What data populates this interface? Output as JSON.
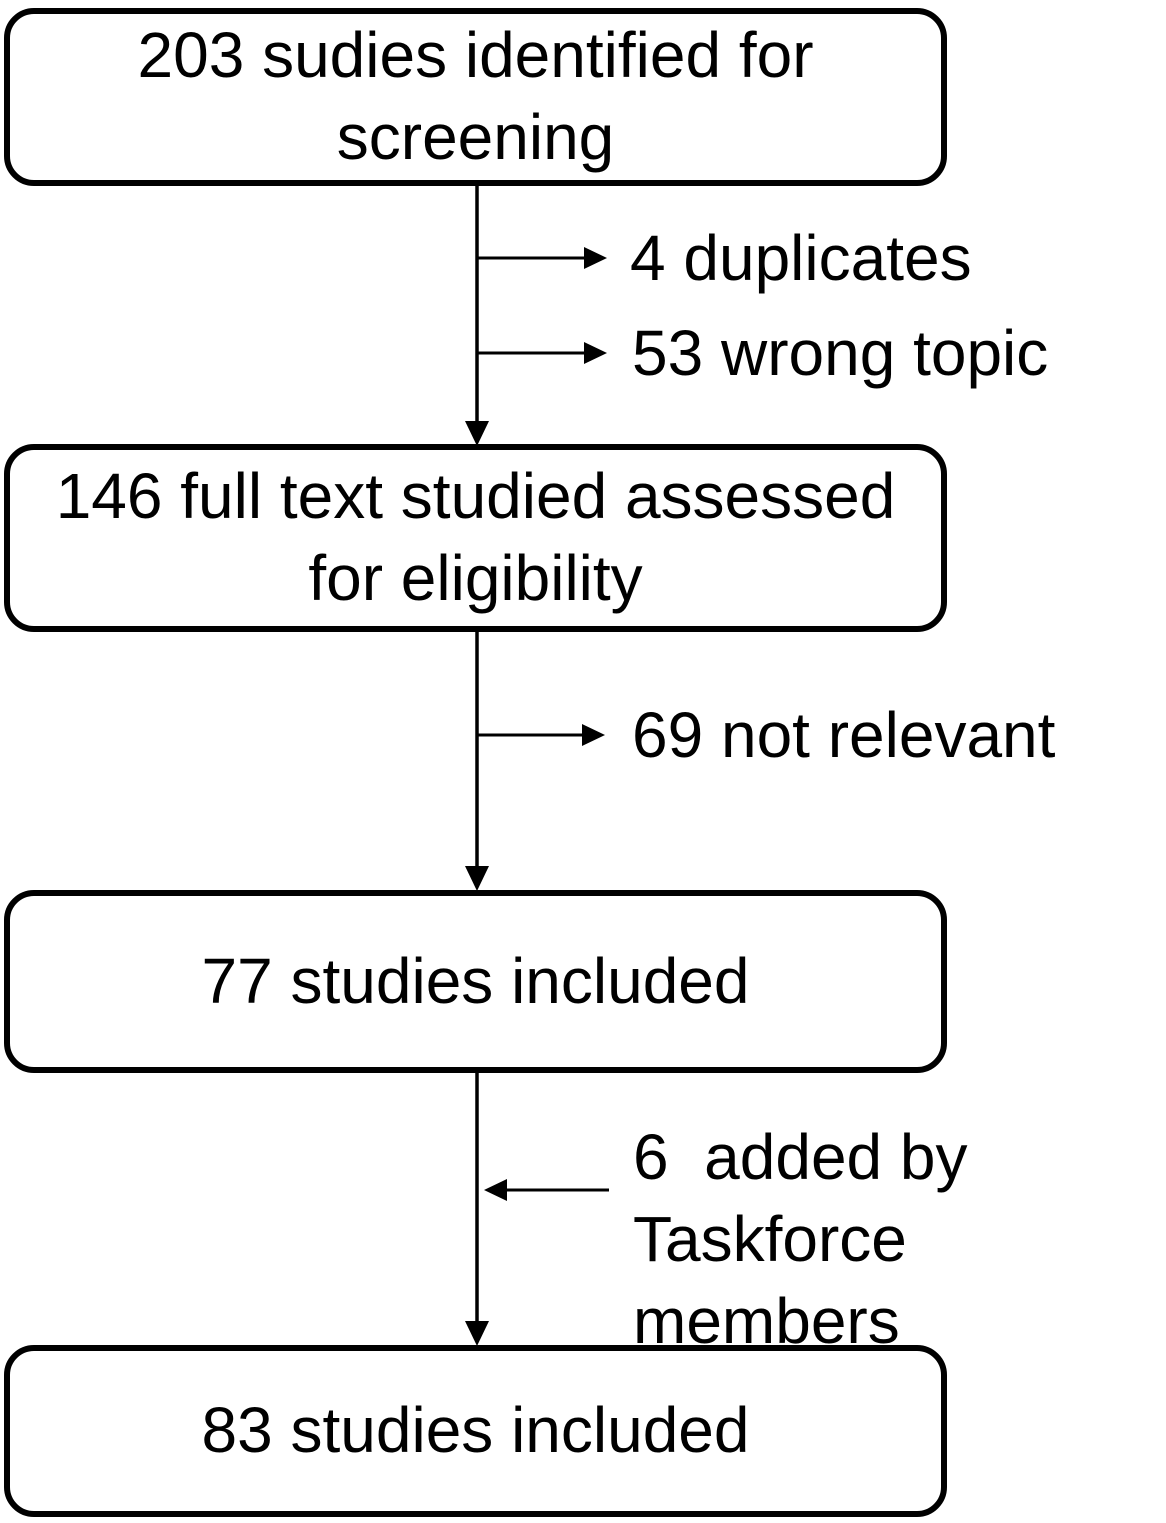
{
  "flowchart": {
    "boxes": [
      {
        "id": "screening",
        "label": "203 sudies identified for\nscreening"
      },
      {
        "id": "fulltext",
        "label": "146 full text studied assessed\nfor eligibility"
      },
      {
        "id": "included77",
        "label": "77 studies included"
      },
      {
        "id": "included83",
        "label": "83 studies included"
      }
    ],
    "side_labels": [
      {
        "id": "duplicates",
        "label": "4 duplicates"
      },
      {
        "id": "wrong_topic",
        "label": "53 wrong topic"
      },
      {
        "id": "not_relevant",
        "label": "69 not relevant"
      },
      {
        "id": "added",
        "label": "6  added by\nTaskforce members"
      }
    ],
    "colors": {
      "background": "#ffffff",
      "line": "#000000",
      "box_border": "#000000",
      "text": "#000000"
    }
  }
}
